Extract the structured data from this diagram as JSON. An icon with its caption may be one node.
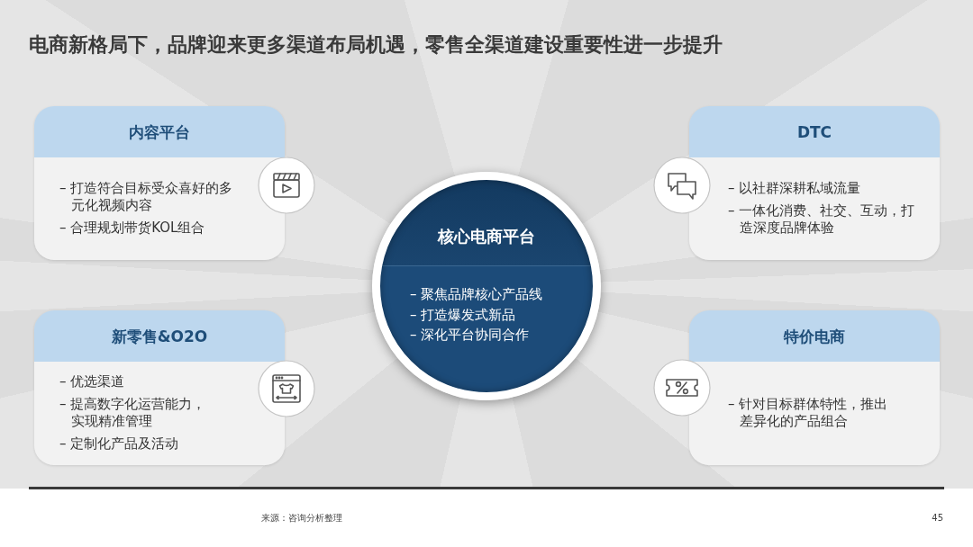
{
  "diagram": {
    "title": "电商新格局下，品牌迎来更多渠道布局机遇，零售全渠道建设重要性进一步提升",
    "nodes": [
      {
        "text": [
          "内容平台",
          "– 打造符合目标受众喜好的多元化视频内容",
          "– 合理规划带货KOL组合"
        ]
      },
      {
        "text": [
          "DTC",
          "– 以社群深耕私域流量",
          "– 一体化消费、社交、互动，打造深度品牌体验"
        ]
      },
      {
        "text": [
          "核心电商平台",
          "– 聚焦品牌核心产品线",
          "– 打造爆发式新品",
          "– 深化平台协同合作"
        ]
      },
      {
        "text": [
          "新零售&O2O",
          "– 优选渠道",
          "– 提高数字化运营能力，实现精准管理",
          "– 定制化产品及活动"
        ]
      },
      {
        "text": [
          "特价电商",
          "– 针对目标群体特性，推出差异化的产品组合"
        ]
      }
    ],
    "labels": [
      "来源：咨询分析整理",
      "45"
    ]
  }
}
